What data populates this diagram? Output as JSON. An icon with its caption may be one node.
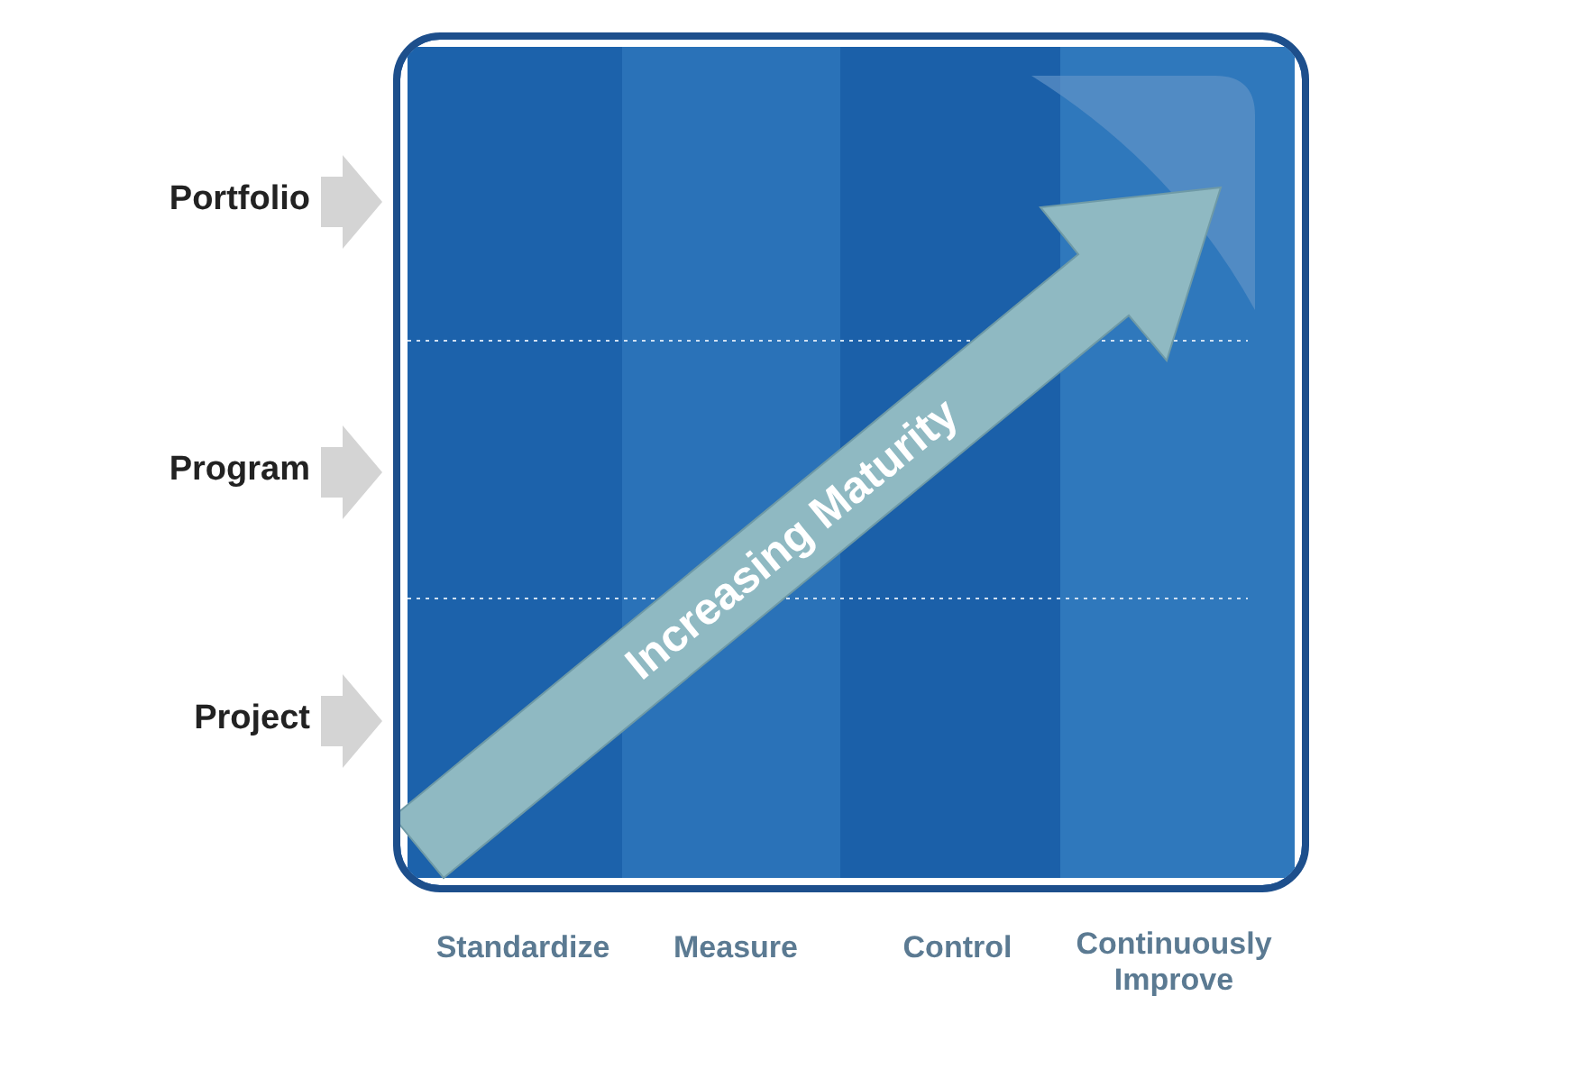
{
  "diagram": {
    "nodes": [
      {
        "text": [],
        "shape": "box"
      },
      {
        "text": [
          "Increasing Maturity"
        ],
        "in": 0
      }
    ],
    "edges": [],
    "labels": [
      "Portfolio",
      "Program",
      "Project",
      "Standardize",
      "Measure",
      "Control",
      "Continuously Improve"
    ]
  }
}
